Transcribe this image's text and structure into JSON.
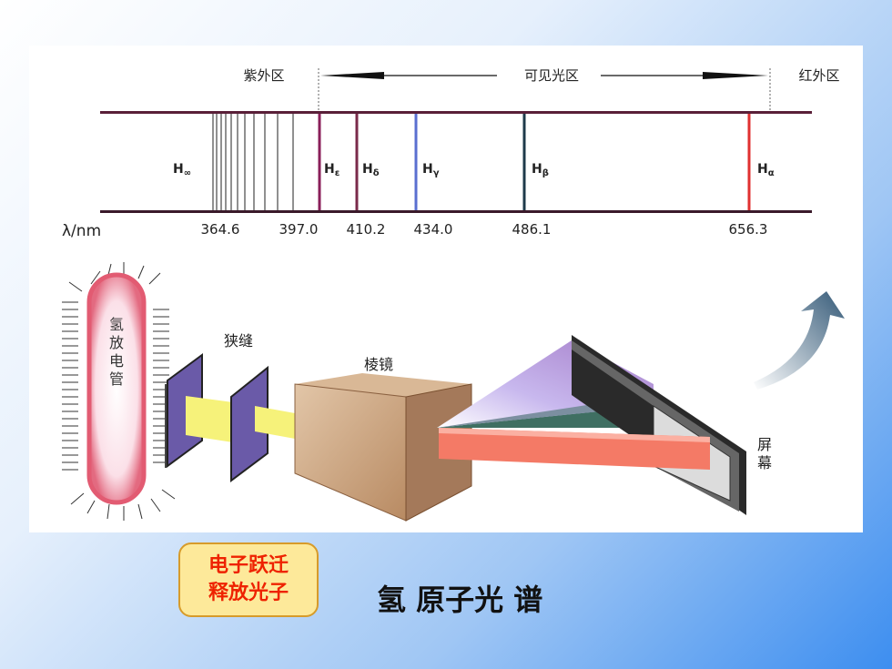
{
  "spectrum": {
    "regions": {
      "uv": "紫外区",
      "visible": "可见光区",
      "ir": "红外区"
    },
    "axis_label": "λ/nm",
    "lines": [
      {
        "name": "H",
        "sub": "∞",
        "wavelength_label": "364.6",
        "color": "#222222"
      },
      {
        "name": "H",
        "sub": "ε",
        "wavelength_label": "397.0",
        "color": "#8a1f5a"
      },
      {
        "name": "H",
        "sub": "δ",
        "wavelength_label": "410.2",
        "color": "#7a2a4a"
      },
      {
        "name": "H",
        "sub": "γ",
        "wavelength_label": "434.0",
        "color": "#5a6fd0"
      },
      {
        "name": "H",
        "sub": "β",
        "wavelength_label": "486.1",
        "color": "#1e3a4a"
      },
      {
        "name": "H",
        "sub": "α",
        "wavelength_label": "656.3",
        "color": "#e03030"
      }
    ]
  },
  "apparatus": {
    "tube_label_chars": [
      "氢",
      "放",
      "电",
      "管"
    ],
    "slit_label": "狭缝",
    "prism_label": "棱镜",
    "screen_label_chars": [
      "屏",
      "幕"
    ]
  },
  "callout": {
    "line1": "电子跃迁",
    "line2": "释放光子"
  },
  "title": "氢 原子光 谱",
  "colors": {
    "callout_text": "#ee2200",
    "callout_bg": "#fde99a",
    "beam": "#f6f27a"
  }
}
